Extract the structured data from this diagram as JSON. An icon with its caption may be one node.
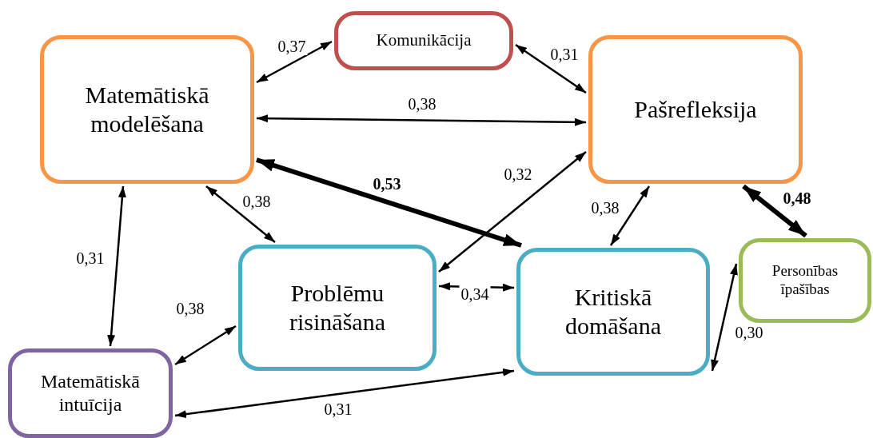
{
  "diagram": {
    "nodes": [
      {
        "text": [
          "Matemātiskā modelēšana"
        ]
      },
      {
        "text": [
          "Komunikācija"
        ]
      },
      {
        "text": [
          "Pašrefleksija"
        ]
      },
      {
        "text": [
          "Problēmu risināšana"
        ]
      },
      {
        "text": [
          "Kritiskā domāšana"
        ]
      },
      {
        "text": [
          "Personības īpašības"
        ]
      },
      {
        "text": [
          "Matemātiskā intuīcija"
        ]
      }
    ],
    "edges": [
      {
        "from": 0,
        "to": 1,
        "arrow": "both",
        "label": "0,37"
      },
      {
        "from": 1,
        "to": 2,
        "arrow": "both",
        "label": "0,31"
      },
      {
        "from": 0,
        "to": 2,
        "arrow": "both",
        "label": "0,38"
      },
      {
        "from": 0,
        "to": 4,
        "arrow": "both",
        "label": "0,53",
        "style": "thick"
      },
      {
        "from": 2,
        "to": 3,
        "arrow": "both",
        "label": "0,32"
      },
      {
        "from": 2,
        "to": 4,
        "arrow": "both",
        "label": "0,38"
      },
      {
        "from": 2,
        "to": 5,
        "arrow": "both",
        "label": "0,48",
        "style": "thick"
      },
      {
        "from": 0,
        "to": 3,
        "arrow": "both",
        "label": "0,38"
      },
      {
        "from": 0,
        "to": 6,
        "arrow": "both",
        "label": "0,31"
      },
      {
        "from": 6,
        "to": 3,
        "arrow": "both",
        "label": "0,38"
      },
      {
        "from": 3,
        "to": 4,
        "arrow": "both",
        "label": "0,34"
      },
      {
        "from": 4,
        "to": 5,
        "arrow": "both",
        "label": "0,30"
      },
      {
        "from": 6,
        "to": 4,
        "arrow": "both",
        "label": "0,31"
      }
    ]
  }
}
